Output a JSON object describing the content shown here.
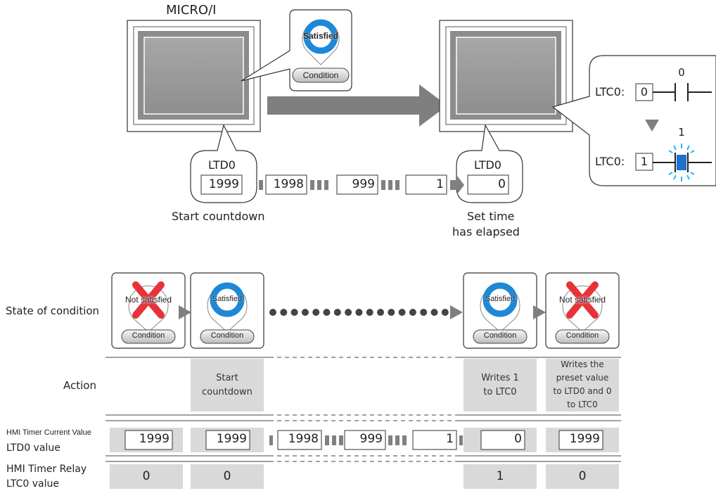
{
  "device_label": "MICRO/I",
  "top": {
    "satisfied_label": "Satisfied",
    "condition_label": "Condition",
    "ltd_label_left": "LTD0",
    "ltd_label_right": "LTD0",
    "countdown_values": [
      "1999",
      "1998",
      "999",
      "1",
      "0"
    ],
    "start_caption": "Start countdown",
    "elapsed_caption_line1": "Set time",
    "elapsed_caption_line2": "has elapsed",
    "ltc_label": "LTC0:",
    "ltc_before_value": "0",
    "ltc_after_value": "1",
    "contact_open_value": "0",
    "contact_closed_value": "1"
  },
  "timeline": {
    "row_state_label": "State of condition",
    "row_action_label": "Action",
    "row_current_label_line1": "HMI Timer Current Value",
    "row_current_label_line2": "LTD0 value",
    "row_relay_label_line1": "HMI Timer Relay",
    "row_relay_label_line2": "LTC0 value",
    "states": [
      {
        "status": "Not satisfied",
        "condition": "Condition"
      },
      {
        "status": "Satisfied",
        "condition": "Condition"
      },
      {
        "status": "Satisfied",
        "condition": "Condition"
      },
      {
        "status": "Not satisfied",
        "condition": "Condition"
      }
    ],
    "actions": {
      "start_line1": "Start",
      "start_line2": "countdown",
      "write1_line1": "Writes 1",
      "write1_line2": "to LTC0",
      "preset_line1": "Writes the",
      "preset_line2": "preset value",
      "preset_line3": "to LTD0 and 0",
      "preset_line4": "to LTC0"
    },
    "current_values": [
      "1999",
      "1999",
      "1998",
      "999",
      "1",
      "0",
      "1999"
    ],
    "relay_values": [
      "0",
      "0",
      "1",
      "0"
    ]
  },
  "colors": {
    "satisfied_ring": "#1e88d6",
    "not_satisfied_x": "#e8323a",
    "arrow_gray": "#7f7f7f",
    "shade_gray": "#d9d9d9",
    "contact_blue": "#1e6fd0",
    "glow_cyan": "#29b6f6"
  }
}
